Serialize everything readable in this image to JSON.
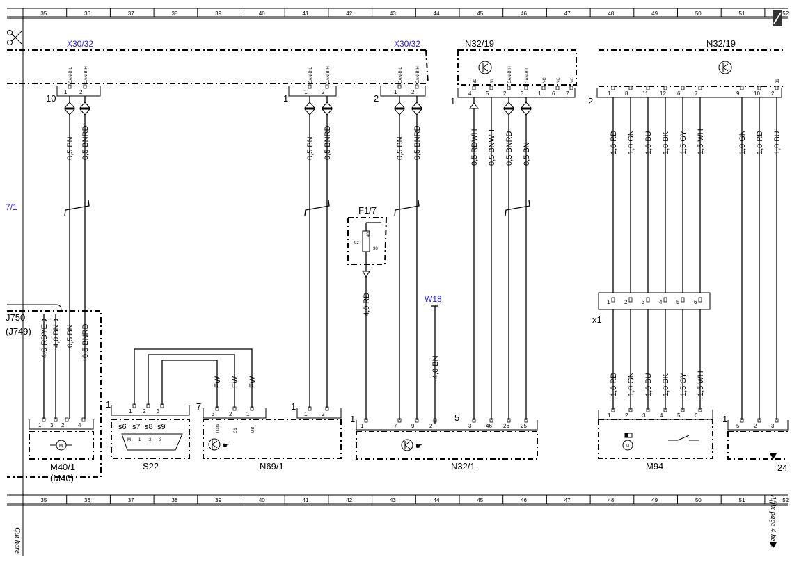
{
  "ruler": {
    "columns": [
      "35",
      "36",
      "37",
      "38",
      "39",
      "40",
      "41",
      "42",
      "43",
      "44",
      "45",
      "46",
      "47",
      "48",
      "49",
      "50",
      "51",
      "52"
    ]
  },
  "refs": {
    "x30_left": "X30/32",
    "x30_right": "X30/32",
    "n32_19_left": "N32/19",
    "n32_19_right": "N32/19",
    "w18": "W18",
    "edge_ref": "7/1",
    "f1_7": "F1/7",
    "j750": "J750",
    "j749": "(J749)",
    "x1": "x1"
  },
  "components": {
    "m40": "M40/1",
    "m40_sub": "(M40)",
    "s22": "S22",
    "n69": "N69/1",
    "n32_1": "N32/1",
    "m94": "M94",
    "edge_24": "24"
  },
  "can_labels": {
    "low": "CAN-B L",
    "high": "CAN-B H"
  },
  "nc_label": "NC",
  "connector_numbers": {
    "c10": "10",
    "c1a": "1",
    "c2a": "2",
    "c1b": "1",
    "c2b": "2",
    "c1_s22": "1",
    "c7_n69": "7",
    "c1_n69": "1",
    "c1_n32": "1",
    "c5_n32": "5",
    "c1_edge": "1"
  },
  "wires": {
    "w1": "0,5 BN",
    "w2": "0,5 BNRD",
    "w3": "0,5 BN",
    "w4": "0,5 BNRD",
    "w5": "0,5 BN",
    "w6": "0,5 BNRD",
    "w7": "0,5 RDWH",
    "w8": "0,5 BNWH",
    "w9": "0,5 BNRD",
    "w10": "0,5 BN",
    "w11": "1,0 RD",
    "w12": "1,0 GN",
    "w13": "1,0 BU",
    "w14": "1,0 BK",
    "w15": "1,5 GY",
    "w16": "1,5 WH",
    "w17": "1,0 GN",
    "w18": "1,0 RD",
    "w19": "1,0 BU",
    "w20": "4,0 RD",
    "w21": "4,0 BN",
    "w22": "4,0 RDYE",
    "w23": "4,0 BN",
    "w24": "0,5 BN",
    "w25": "0,5 BNRD",
    "w26": "1,0 RD",
    "w27": "1,0 GN",
    "w28": "1,0 BU",
    "w29": "1,0 BK",
    "w30": "1,5 GY",
    "w31": "1,5 WH",
    "fw": "FW"
  },
  "fuse": {
    "a": "92",
    "b": "40",
    "c": "30"
  },
  "s22_pins": [
    "s6",
    "s7",
    "s8",
    "s9"
  ],
  "s22_inner": [
    "M",
    "1",
    "2",
    "3"
  ],
  "n69_pins": {
    "p1": "Data",
    "p2": "31",
    "p3": "UB"
  },
  "footer": {
    "cut_here": "Cut here",
    "affix": "Affix page 4 here"
  }
}
